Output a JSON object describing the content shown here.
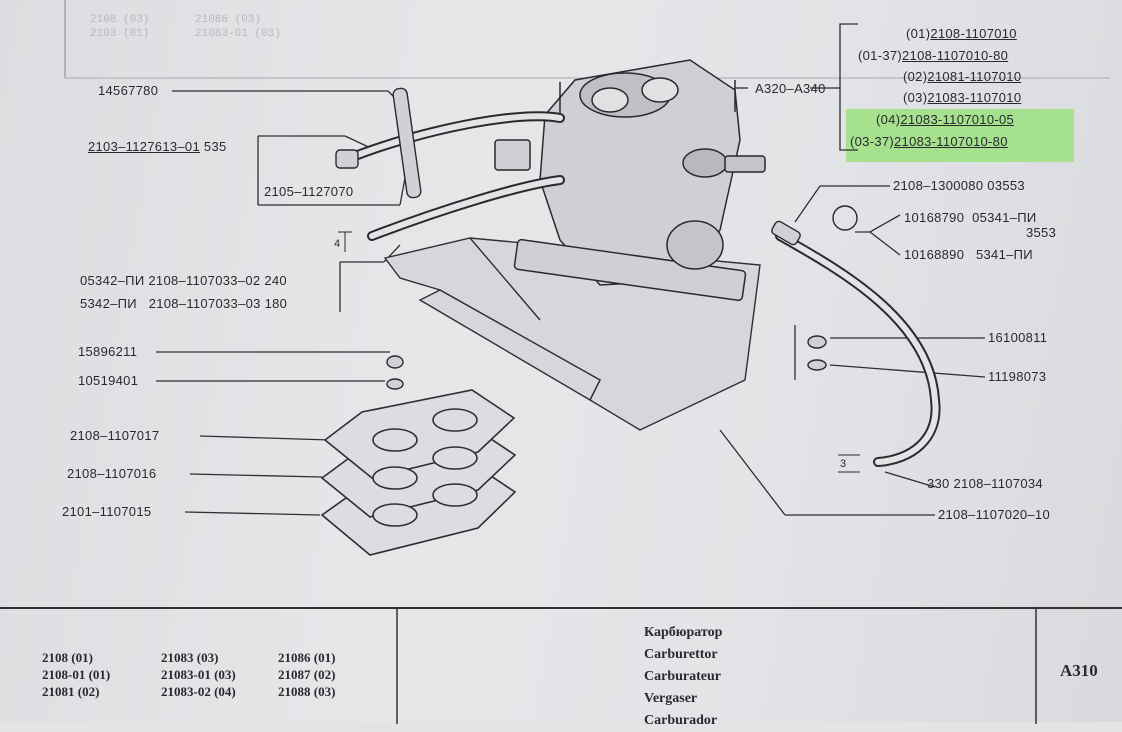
{
  "ghost_text": [
    "2108 (03)",
    "21086 (03)",
    "2103 (01)",
    "21083-01 (03)"
  ],
  "variant_list": [
    {
      "prefix": "(01)",
      "number": "2108-1107010"
    },
    {
      "prefix": "(01-37)",
      "number": "2108-1107010-80"
    },
    {
      "prefix": "(02)",
      "number": "21081-1107010"
    },
    {
      "prefix": "(03)",
      "number": "21083-1107010"
    },
    {
      "prefix": "(04)",
      "number": "21083-1107010-05"
    },
    {
      "prefix": "(03-37)",
      "number": "21083-1107010-80"
    }
  ],
  "callouts": {
    "a320": "A320–A340",
    "p14567780": "14567780",
    "p2103": "2103–1127613–01",
    "p2103_len": "535",
    "p2105": "2105–1127070",
    "p05342_a": "05342–ПИ",
    "p05342_b": "2108–1107033–02",
    "p05342_c": "240",
    "p5342_a": "5342–ПИ",
    "p5342_b": "2108–1107033–03",
    "p5342_c": "180",
    "p15896211": "15896211",
    "p10519401": "10519401",
    "p2108_017": "2108–1107017",
    "p2108_016": "2108–1107016",
    "p2101_015": "2101–1107015",
    "p2108_1300080": "2108–1300080",
    "p2108_1300080_b": "03553",
    "p10168790": "10168790",
    "p05341": "05341–ПИ",
    "p3553": "3553",
    "p10168890": "10168890",
    "p5341": "5341–ПИ",
    "p16100811": "16100811",
    "p11198073": "11198073",
    "p330": "330",
    "p2108_034": "2108–1107034",
    "p2108_020": "2108–1107020–10",
    "dim_4": "4",
    "dim_3": "3"
  },
  "footer": {
    "models_col1": [
      "2108 (01)",
      "2108-01 (01)",
      "21081 (02)"
    ],
    "models_col2": [
      "21083 (03)",
      "21083-01 (03)",
      "21083-02 (04)"
    ],
    "models_col3": [
      "21086 (01)",
      "21087 (02)",
      "21088 (03)"
    ],
    "names": [
      "Карбюратор",
      "Carburettor",
      "Carburateur",
      "Vergaser",
      "Carburador"
    ],
    "code": "A310"
  },
  "colors": {
    "highlight": "#9be27f",
    "ink": "#2a2a2e",
    "paper": "#e3e4e6"
  }
}
